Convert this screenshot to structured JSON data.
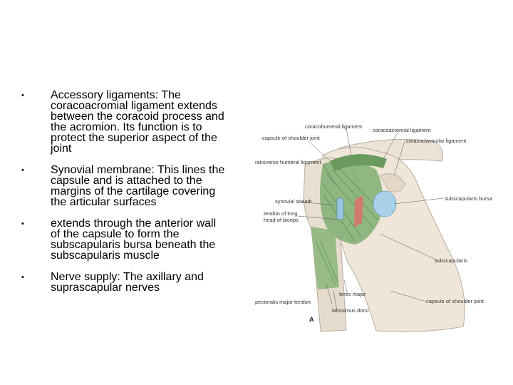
{
  "bullets": [
    "Accessory ligaments: The coracoacromial ligament extends between the coracoid process and the acromion. Its function is to protect the superior aspect of the joint",
    "Synovial membrane: This lines the capsule and is attached to the margins of the cartilage covering the articular surfaces",
    "extends through the anterior wall of the capsule to form the subscapularis bursa beneath the subscapularis muscle",
    "Nerve supply: The axillary and suprascapular nerves"
  ],
  "figure": {
    "labels": {
      "coracohumeral": "coracohumeral ligament",
      "capsule_top": "capsule of shoulder joint",
      "coracoacromial": "coracoacromial ligament",
      "coracoclavicular": "coracoclavicular ligament",
      "transverse_humeral": "ransverse humeral ligament",
      "synovial_sheath": "synovial sheath",
      "tendon_long_head_1": "tendon of long",
      "tendon_long_head_2": "head of biceps",
      "subscapularis_bursa": "subscapularis bursa",
      "subscapularis": "subscapularis",
      "teres_major": "teres major",
      "pectoralis_major_tendon": "pectoralis major tendon",
      "latissimus_dorsi": "latissimus dorsi",
      "capsule_bottom": "capsule of shoulder joint",
      "panel": "A"
    }
  }
}
